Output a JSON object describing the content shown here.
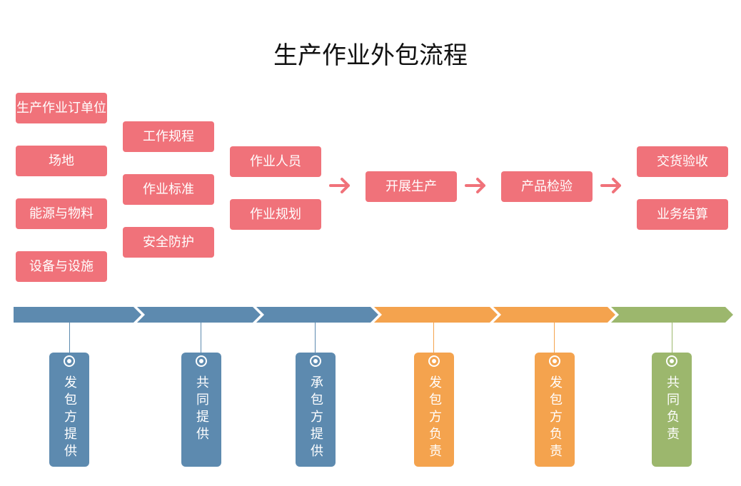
{
  "title": "生产作业外包流程",
  "colors": {
    "node": "#F0727A",
    "blue": "#5D8AAF",
    "orange": "#F4A34E",
    "green": "#9CB76D",
    "text_light": "#FFFFFF",
    "title": "#111111"
  },
  "icons": {
    "flow_arrow": "arrow-right-icon",
    "tag_marker": "target-dot-icon"
  },
  "columns": [
    [
      "生产作业订单位",
      "场地",
      "能源与物料",
      "设备与设施"
    ],
    [
      "工作规程",
      "作业标准",
      "安全防护"
    ],
    [
      "作业人员",
      "作业规划"
    ],
    [
      "开展生产"
    ],
    [
      "产品检验"
    ],
    [
      "交货验收",
      "业务结算"
    ]
  ],
  "timeline": [
    {
      "label": "发包方提供",
      "color": "blue"
    },
    {
      "label": "共同提供",
      "color": "blue"
    },
    {
      "label": "承包方提供",
      "color": "blue"
    },
    {
      "label": "发包方负责",
      "color": "orange"
    },
    {
      "label": "发包方负责",
      "color": "orange"
    },
    {
      "label": "共同负责",
      "color": "green"
    }
  ]
}
